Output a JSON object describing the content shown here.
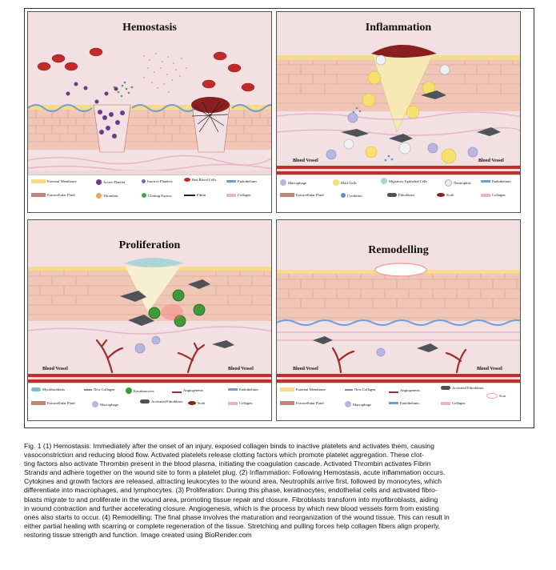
{
  "panels": {
    "hemostasis": {
      "title": "Hemostasis",
      "legend": [
        "External Membrane",
        "Active Platelet",
        "Inactive Platelets",
        "Red Blood Cells",
        "Endothelium",
        "Extracellular Fluid",
        "Thrombin",
        "Clotting Factors",
        "Fibrin",
        "Collagen"
      ]
    },
    "inflammation": {
      "title": "Inflammation",
      "blood_vessel_left": "Blood Vessel",
      "blood_vessel_right": "Blood Vessel",
      "legend": [
        "Macrophage",
        "Mast Cells",
        "Migratory Epithelial Cells",
        "Neutrophils",
        "Endothelium",
        "Extracellular Fluid",
        "Cytokines",
        "Fibroblasts",
        "Scab",
        "Collagen"
      ]
    },
    "proliferation": {
      "title": "Proliferation",
      "blood_vessel_left": "Blood Vessel",
      "blood_vessel_right": "Blood Vessel",
      "legend": [
        "Myofibroblasts",
        "New Collagen",
        "Keratinocytes",
        "Angiogenesis",
        "Endothelium",
        "Extracellular Fluid",
        "Macrophage",
        "Activated Fibroblasts",
        "Scab",
        "Collagen"
      ]
    },
    "remodelling": {
      "title": "Remodelling",
      "blood_vessel_left": "Blood Vessel",
      "blood_vessel_right": "Blood Vessel",
      "legend": [
        "External Membrane",
        "New Collagen",
        "Angiogenesis",
        "Activated Fibroblasts",
        "Scar",
        "Extracellular Fluid",
        "Macrophage",
        "Endothelium",
        "Collagen"
      ]
    }
  },
  "caption": {
    "lines": [
      "Fig. 1  (1) Hemostasis: Immediately after the onset of an injury, exposed collagen binds to inactive platelets and activates them, causing",
      "vasoconstriction and reducing blood flow. Activated platelets release clotting factors which promote platelet aggregation. These clot-",
      "ting factors also activate Thrombin present in the blood plasma, initiating the coagulation cascade. Activated Thrombin activates Fibrin",
      "Strands and adhere together on the wound site to form a platelet plug. (2) Inflammation: Following Hemostasis, acute inflammation occurs.",
      "Cytokines and growth factors are released, attracting leukocytes to the wound area. Neutrophils arrive first, followed by monocytes, which",
      "differentiate into macrophages, and lymphocytes. (3) Proliferation: During this phase, keratinocytes, endothelial cells and activated fibro-",
      "blasts migrate to and proliferate in the wound area, promoting tissue repair and closure. Fibroblasts transform into myofibroblasts, aiding",
      "in wound contraction and further accelerating closure. Angiogenesis, which is the process by which new blood vessels form from existing",
      "ones also starts to occur. (4) Remodelling: The final phase involves the maturation and reorganization of the wound tissue. This can result in",
      "either partial healing with scarring or complete regeneration of the tissue. Stretching and pulling forces help collagen fibers align properly,",
      "restoring tissue strength and function. Image created using BioRender.com"
    ]
  },
  "colors": {
    "skin": "#f0c7b7",
    "cell_border": "#d9958a",
    "membrane": "#f6dc8a",
    "fluid": "#f2d7d9",
    "vessel": "#c0302b",
    "endothelium": "#6f9ed6",
    "platelet": "#6b3a8c",
    "fibroblast": "#4f5257",
    "keratinocyte": "#3f9a3a",
    "collagen": "#e8b5c8"
  }
}
